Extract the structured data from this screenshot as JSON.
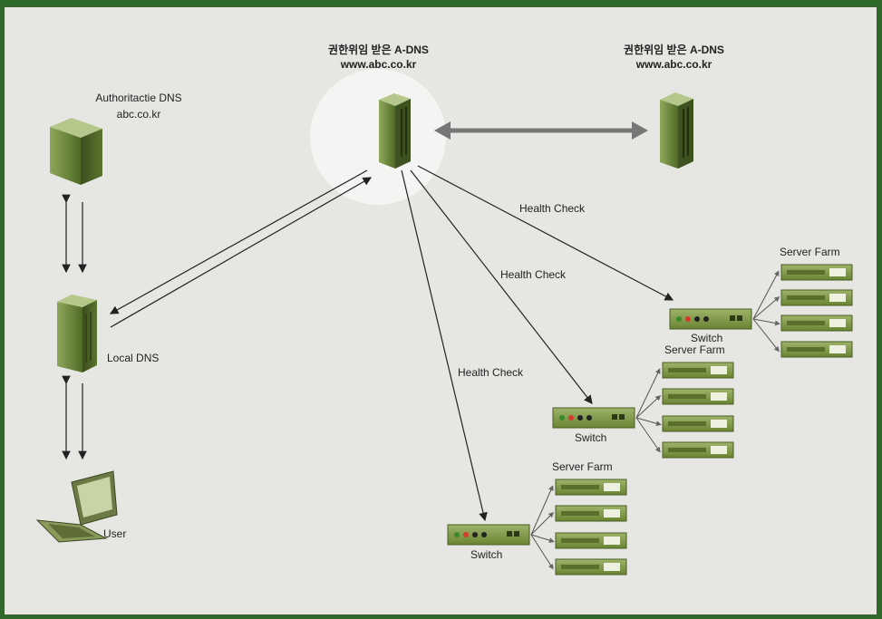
{
  "adns_primary": {
    "title": "권한위임 받은 A-DNS",
    "host": "www.abc.co.kr"
  },
  "adns_secondary": {
    "title": "권한위임 받은 A-DNS",
    "host": "www.abc.co.kr"
  },
  "authoritative_dns": {
    "title": "Authoritactie DNS",
    "host": "abc.co.kr"
  },
  "local_dns": {
    "label": "Local DNS"
  },
  "user": {
    "label": "User"
  },
  "health_checks": [
    "Health Check",
    "Health Check",
    "Health Check"
  ],
  "sites": [
    {
      "switch_label": "Switch",
      "farm_label": "Server Farm"
    },
    {
      "switch_label": "Switch",
      "farm_label": "Server Farm"
    },
    {
      "switch_label": "Switch",
      "farm_label": "Server Farm"
    }
  ],
  "colors": {
    "frame": "#2f6a2a",
    "background": "#e6e6e3",
    "server_green": "#6f8a3a",
    "arrow": "#222222"
  }
}
